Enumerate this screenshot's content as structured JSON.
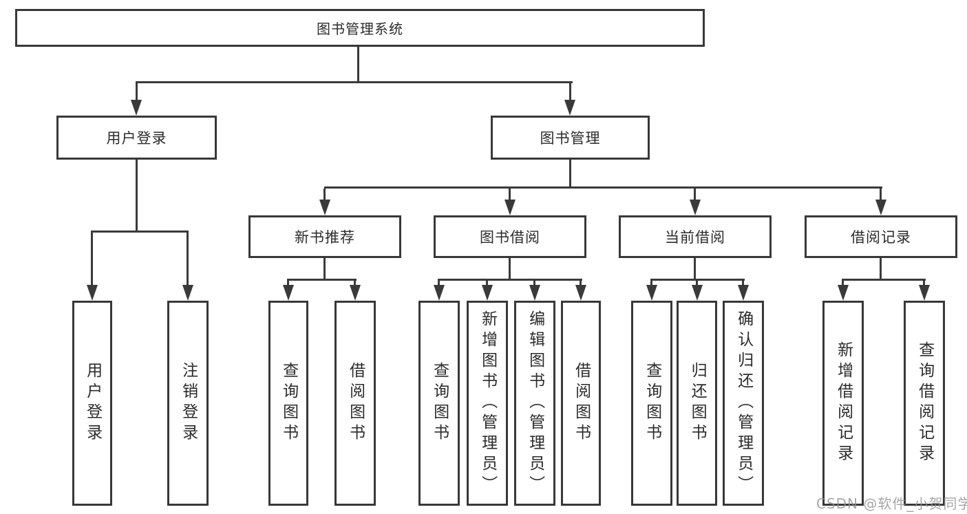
{
  "tree": {
    "label": "图书管理系统",
    "children": [
      {
        "label": "用户登录",
        "children": [
          {
            "label": "用户登录"
          },
          {
            "label": "注销登录"
          }
        ]
      },
      {
        "label": "图书管理",
        "children": [
          {
            "label": "新书推荐",
            "children": [
              {
                "label": "查询图书"
              },
              {
                "label": "借阅图书"
              }
            ]
          },
          {
            "label": "图书借阅",
            "children": [
              {
                "label": "查询图书"
              },
              {
                "label": "新增图书（管理员）"
              },
              {
                "label": "编辑图书（管理员）"
              },
              {
                "label": "借阅图书"
              }
            ]
          },
          {
            "label": "当前借阅",
            "children": [
              {
                "label": "查询图书"
              },
              {
                "label": "归还图书"
              },
              {
                "label": "确认归还（管理员）"
              }
            ]
          },
          {
            "label": "借阅记录",
            "children": [
              {
                "label": "新增借阅记录"
              },
              {
                "label": "查询借阅记录"
              }
            ]
          }
        ]
      }
    ]
  },
  "watermark": {
    "text": "CSDN @软件_小贺同学"
  },
  "colors": {
    "line": "#3a3a3a",
    "border": "#383838",
    "text": "#2b2b2b",
    "watermark": "#919191",
    "background": "#ffffff"
  }
}
